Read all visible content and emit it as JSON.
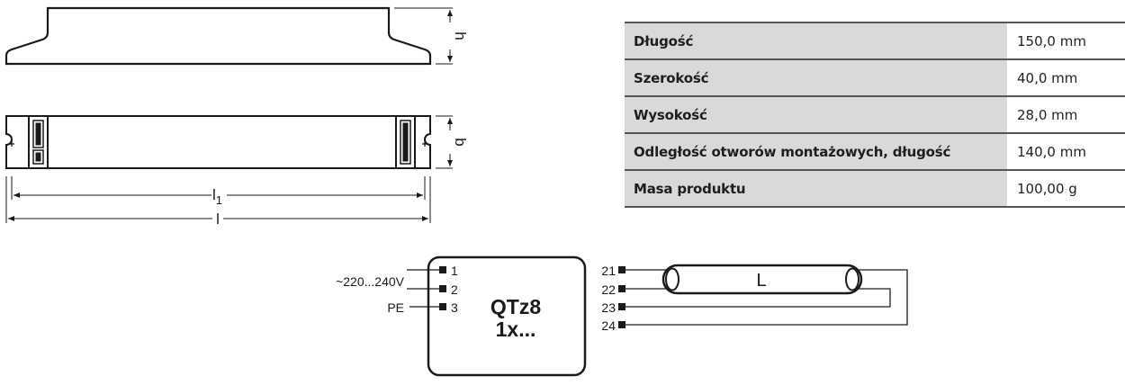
{
  "dimension_labels": {
    "height": "h",
    "width": "b",
    "hole_distance_main": "l",
    "hole_distance_sub": "1",
    "length": "l"
  },
  "specs": [
    {
      "label": "Długość",
      "value": "150,0 mm"
    },
    {
      "label": "Szerokość",
      "value": "40,0 mm"
    },
    {
      "label": "Wysokość",
      "value": "28,0 mm"
    },
    {
      "label": "Odległość otworów montażowych, długość",
      "value": "140,0 mm"
    },
    {
      "label": "Masa produktu",
      "value": "100,00 g"
    }
  ],
  "wiring": {
    "supply_label": "~220...240V",
    "earth_label": "PE",
    "device_name": "QTz8",
    "device_variant": "1x...",
    "lamp_label": "L",
    "input_terminals": [
      "1",
      "2",
      "3"
    ],
    "output_terminals": [
      "21",
      "22",
      "23",
      "24"
    ]
  },
  "colors": {
    "line": "#1a1a1a",
    "table_label_bg": "#d9d9d9",
    "table_rule": "#555555"
  }
}
